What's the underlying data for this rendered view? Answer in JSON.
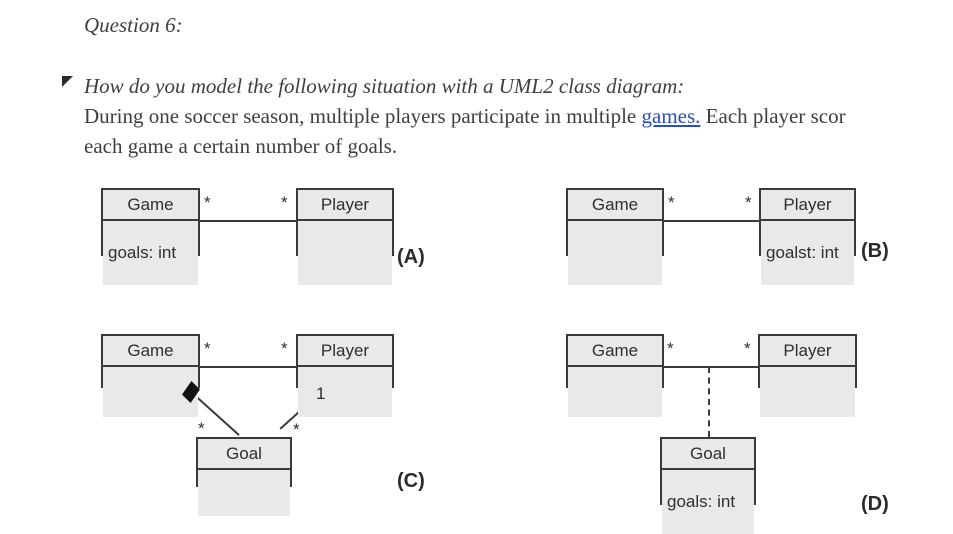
{
  "question": {
    "heading": "Question 6:",
    "bullet_icon": "triangle-bullet-icon",
    "prompt": "How do you model the following situation with a UML2 class diagram:",
    "body_line1_pre": "During one soccer season, multiple players participate in multiple ",
    "body_line1_link": "games.",
    "body_line1_post": " Each player scor",
    "body_line2": "each game a certain number of goals."
  },
  "diagrams": [
    {
      "id": "A",
      "label": "(A)",
      "classes": [
        {
          "name": "Game",
          "attributes": "goals: int"
        },
        {
          "name": "Player",
          "attributes": ""
        }
      ],
      "association": {
        "type": "plain",
        "source_multiplicity": "*",
        "target_multiplicity": "*"
      }
    },
    {
      "id": "B",
      "label": "(B)",
      "classes": [
        {
          "name": "Game",
          "attributes": ""
        },
        {
          "name": "Player",
          "attributes": "goalst: int"
        }
      ],
      "association": {
        "type": "plain",
        "source_multiplicity": "*",
        "target_multiplicity": "*"
      }
    },
    {
      "id": "C",
      "label": "(C)",
      "classes": [
        {
          "name": "Game",
          "attributes": ""
        },
        {
          "name": "Player",
          "attributes": ""
        },
        {
          "name": "Goal",
          "attributes": ""
        }
      ],
      "association": {
        "type": "plain",
        "source_multiplicity": "*",
        "target_multiplicity": "*"
      },
      "composition": {
        "type": "composition-filled-diamond",
        "whole_multiplicity": "*",
        "part_multiplicity": "*"
      },
      "player_goal": {
        "type": "plain",
        "player_multiplicity": "1",
        "goal_multiplicity": "*"
      }
    },
    {
      "id": "D",
      "label": "(D)",
      "classes": [
        {
          "name": "Game",
          "attributes": ""
        },
        {
          "name": "Player",
          "attributes": ""
        },
        {
          "name": "Goal",
          "attributes": "goals: int"
        }
      ],
      "association": {
        "type": "association-class-dashed",
        "source_multiplicity": "*",
        "target_multiplicity": "*"
      }
    }
  ],
  "colors": {
    "box_fill": "#e9e9e9",
    "box_stroke": "#3a3a3a",
    "text": "#2f2f2f",
    "link": "#2b4fb8",
    "diamond_fill": "#111111",
    "page_bg": "#ffffff"
  }
}
